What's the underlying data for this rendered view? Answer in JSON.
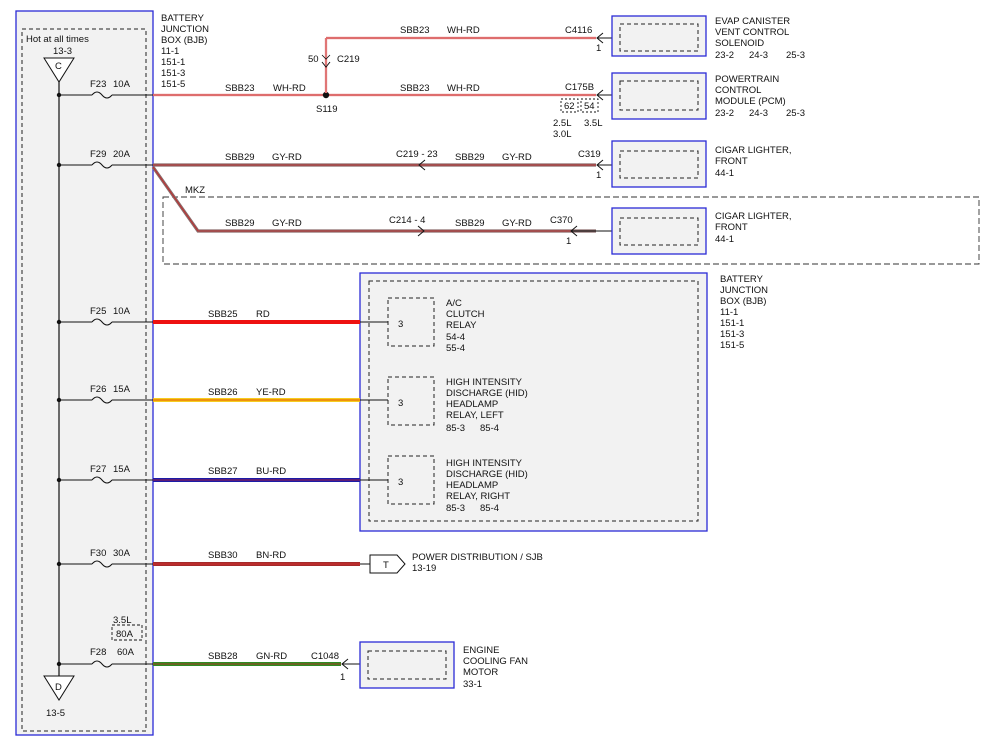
{
  "bjb_left": {
    "title_lines": [
      "BATTERY",
      "JUNCTION",
      "BOX (BJB)",
      "11-1",
      "151-1",
      "151-3",
      "151-5"
    ],
    "hot_label": "Hot at all times",
    "top_ref": "13-3",
    "top_connector": "C",
    "bottom_connector": "D",
    "bottom_ref": "13-5"
  },
  "fuses": [
    {
      "id": "F23",
      "rating": "10A"
    },
    {
      "id": "F29",
      "rating": "20A"
    },
    {
      "id": "F25",
      "rating": "10A"
    },
    {
      "id": "F26",
      "rating": "15A"
    },
    {
      "id": "F27",
      "rating": "15A"
    },
    {
      "id": "F30",
      "rating": "30A"
    },
    {
      "id": "F28",
      "rating": "60A"
    }
  ],
  "f28_variant": {
    "engine": "3.5L",
    "rating": "80A"
  },
  "splice": {
    "name": "S119",
    "connector": "C219",
    "pin": "50"
  },
  "wires": {
    "sbb23_evap": {
      "circuit": "SBB23",
      "color": "WH-RD"
    },
    "sbb23_main": {
      "circuit": "SBB23",
      "color": "WH-RD"
    },
    "sbb23_pcm": {
      "circuit": "SBB23",
      "color": "WH-RD"
    },
    "sbb29_a": {
      "circuit": "SBB29",
      "color": "GY-RD"
    },
    "sbb29_b": {
      "circuit": "SBB29",
      "color": "GY-RD"
    },
    "sbb29_c": {
      "circuit": "SBB29",
      "color": "GY-RD"
    },
    "sbb29_d": {
      "circuit": "SBB29",
      "color": "GY-RD"
    },
    "sbb25": {
      "circuit": "SBB25",
      "color": "RD"
    },
    "sbb26": {
      "circuit": "SBB26",
      "color": "YE-RD"
    },
    "sbb27": {
      "circuit": "SBB27",
      "color": "BU-RD"
    },
    "sbb30": {
      "circuit": "SBB30",
      "color": "BN-RD"
    },
    "sbb28": {
      "circuit": "SBB28",
      "color": "GN-RD"
    }
  },
  "inline_connectors": {
    "c219_23": "C219 - 23",
    "c214_4": "C214 - 4"
  },
  "mkz_label": "MKZ",
  "components": {
    "evap": {
      "connector": "C4116",
      "pin": "1",
      "title_lines": [
        "EVAP CANISTER",
        "VENT CONTROL",
        "SOLENOID"
      ],
      "refs": [
        "23-2",
        "24-3",
        "25-3"
      ]
    },
    "pcm": {
      "connector": "C175B",
      "pin_25l": "62",
      "pin_35l": "54",
      "engine_a": "2.5L",
      "engine_b": "3.5L",
      "engine_c": "3.0L",
      "title_lines": [
        "POWERTRAIN",
        "CONTROL",
        "MODULE (PCM)"
      ],
      "refs": [
        "23-2",
        "24-3",
        "25-3"
      ]
    },
    "cigar1": {
      "connector": "C319",
      "pin": "1",
      "title_lines": [
        "CIGAR LIGHTER,",
        "FRONT"
      ],
      "ref": "44-1"
    },
    "cigar2": {
      "connector": "C370",
      "pin": "1",
      "title_lines": [
        "CIGAR LIGHTER,",
        "FRONT"
      ],
      "ref": "44-1"
    },
    "fan": {
      "connector": "C1048",
      "pin": "1",
      "title_lines": [
        "ENGINE",
        "COOLING FAN",
        "MOTOR"
      ],
      "ref": "33-1"
    }
  },
  "bjb_right": {
    "title_lines": [
      "BATTERY",
      "JUNCTION",
      "BOX (BJB)",
      "11-1",
      "151-1",
      "151-3",
      "151-5"
    ],
    "relays": [
      {
        "pin": "3",
        "title_lines": [
          "A/C",
          "CLUTCH",
          "RELAY"
        ],
        "refs": [
          "54-4",
          "55-4"
        ]
      },
      {
        "pin": "3",
        "title_lines": [
          "HIGH INTENSITY",
          "DISCHARGE (HID)",
          "HEADLAMP",
          "RELAY, LEFT"
        ],
        "refs": [
          "85-3",
          "85-4"
        ]
      },
      {
        "pin": "3",
        "title_lines": [
          "HIGH INTENSITY",
          "DISCHARGE (HID)",
          "HEADLAMP",
          "RELAY, RIGHT"
        ],
        "refs": [
          "85-3",
          "85-4"
        ]
      }
    ]
  },
  "power_dist": {
    "connector": "T",
    "label": "POWER DISTRIBUTION / SJB",
    "ref": "13-19"
  },
  "colors": {
    "box_border": "#2b2bd6",
    "box_fill": "#f2f2f2",
    "white_red": "#d33c3c",
    "gray_red": "#8a6a6a",
    "red": "#ee1111",
    "yellow": "#f5c400",
    "blue": "#1c1ca8",
    "brown": "#a52a2a",
    "green": "#2e8b22"
  }
}
